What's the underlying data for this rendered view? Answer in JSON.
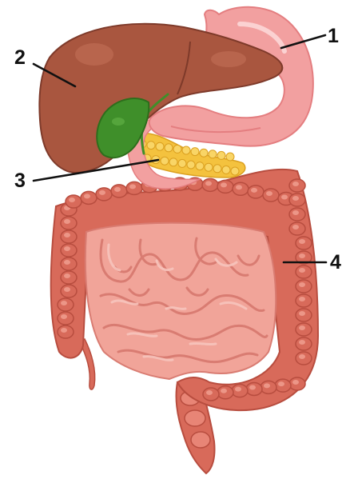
{
  "labels": [
    {
      "id": "1",
      "text": "1",
      "organ": "stomach"
    },
    {
      "id": "2",
      "text": "2",
      "organ": "liver"
    },
    {
      "id": "3",
      "text": "3",
      "organ": "pancreas"
    },
    {
      "id": "4",
      "text": "4",
      "organ": "large-intestine"
    }
  ],
  "colors": {
    "liver": "#a9563f",
    "liver_dark": "#7e3a2a",
    "liver_light": "#c4725a",
    "stomach": "#f2a0a0",
    "stomach_dark": "#e47e80",
    "gallbladder": "#3f8f2a",
    "gallbladder_dark": "#2d6e1c",
    "pancreas": "#f4c23e",
    "colon": "#d86a5a",
    "colon_dark": "#b84d3f",
    "small_intestine": "#f1a499",
    "small_intestine_dark": "#d97c72",
    "leader": "#111111"
  }
}
